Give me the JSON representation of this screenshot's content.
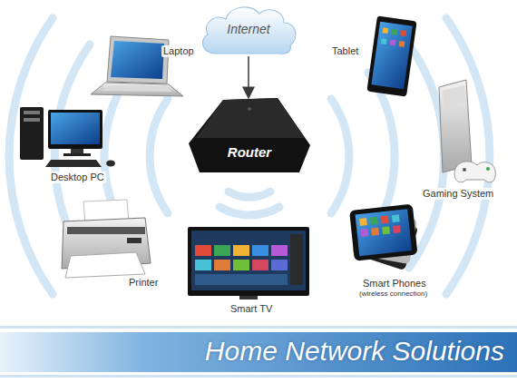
{
  "diagram": {
    "title": "Home Network Solutions",
    "nodes": [
      {
        "text": [
          "Internet"
        ]
      },
      {
        "text": [
          "Router"
        ]
      }
    ],
    "edges": [
      {
        "from": 0,
        "to": 1,
        "arrow": "to"
      }
    ],
    "labels": [
      "Laptop",
      "Tablet",
      "Desktop PC",
      "Gaming System",
      "Printer",
      "Smart TV",
      "Smart Phones",
      "(wireless connection)"
    ]
  }
}
